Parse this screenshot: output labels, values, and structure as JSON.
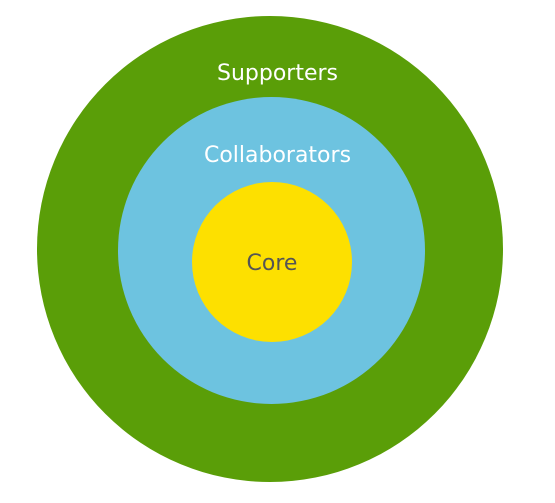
{
  "rings": {
    "outer": {
      "label": "Supporters",
      "color": "#5a9e08"
    },
    "middle": {
      "label": "Collaborators",
      "color": "#6dc3e0"
    },
    "inner": {
      "label": "Core",
      "color": "#fde000"
    }
  }
}
